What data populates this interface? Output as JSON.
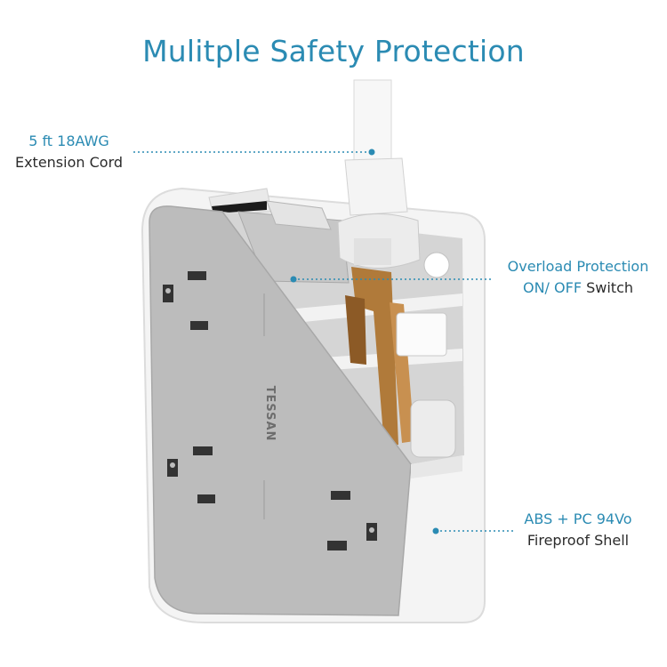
{
  "title": "Mulitple Safety Protection",
  "brand": "TESSAN",
  "callouts": {
    "cord": {
      "line1": "5 ft 18AWG",
      "line2": "Extension Cord"
    },
    "switch": {
      "line1": "Overload Protection",
      "line2_accent": "ON/ OFF",
      "line2_rest": " Switch"
    },
    "shell": {
      "line1": "ABS + PC 94Vo",
      "line2": "Fireproof Shell"
    }
  },
  "colors": {
    "accent": "#2b8bb3",
    "body": "#bcbcbc",
    "shell": "#f6f6f6",
    "text": "#2b2b2b"
  }
}
